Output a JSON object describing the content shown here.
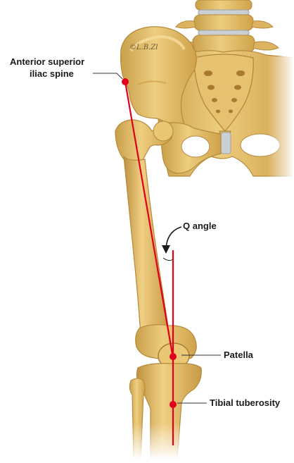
{
  "labels": {
    "asis_line1": "Anterior superior",
    "asis_line2": "iliac spine",
    "q_angle": "Q angle",
    "patella": "Patella",
    "tibial_tuberosity": "Tibial tuberosity"
  },
  "artist_signature": "©L.B.Zl",
  "colors": {
    "bone": "#e3bd64",
    "bone_shadow": "#c0943a",
    "bone_highlight": "#f3d896",
    "disc": "#c9cfd2",
    "q_line": "#e0001b",
    "text": "#1a1a1a"
  }
}
